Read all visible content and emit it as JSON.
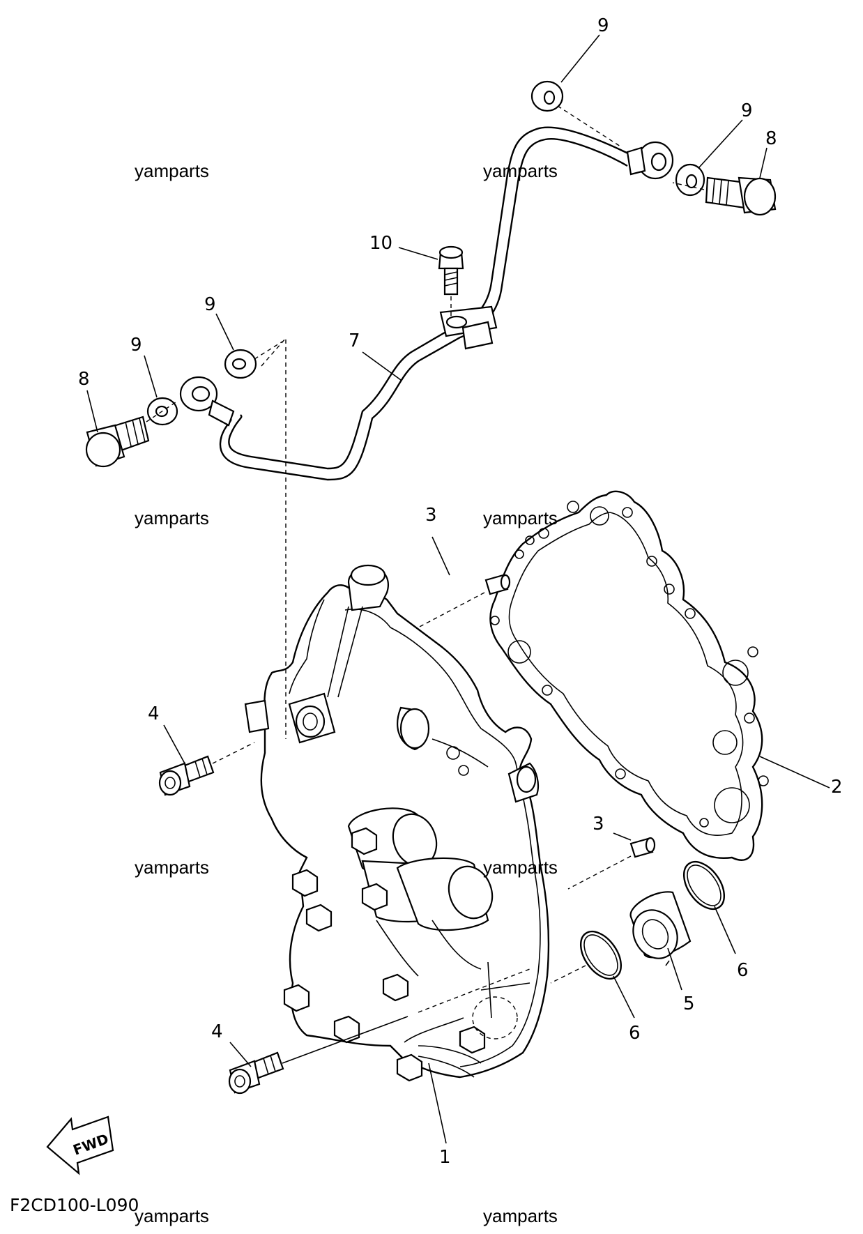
{
  "diagram": {
    "drawing_code": "F2CD100-L090",
    "forward_label": "FWD",
    "watermark": "yamparts",
    "callouts": {
      "crankcase_cover": "1",
      "gasket": "2",
      "dowel_pin_upper": "3",
      "dowel_pin_lower": "3",
      "bolt_upper": "4",
      "bolt_lower": "4",
      "plug": "5",
      "o_ring_inner": "6",
      "o_ring_outer": "6",
      "oil_pipe": "7",
      "union_bolt_left": "8",
      "union_bolt_right": "8",
      "washer_top": "9",
      "washer_right": "9",
      "washer_left_upper": "9",
      "washer_left_lower": "9",
      "pipe_bolt": "10"
    }
  }
}
